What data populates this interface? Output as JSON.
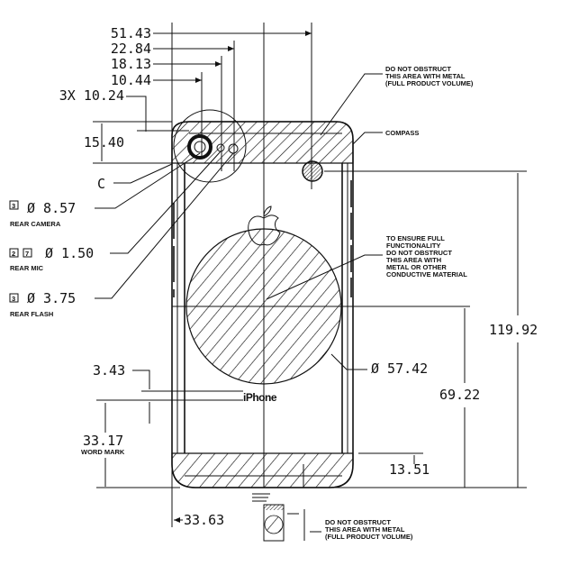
{
  "dimensions": {
    "top": [
      "51.43",
      "22.84",
      "18.13",
      "10.44"
    ],
    "camera_spacing": "3X 10.24",
    "band_height": "15.40",
    "chamfer": "C",
    "camera": {
      "boxes": [
        "3"
      ],
      "dia": "Ø 8.57",
      "label": "REAR CAMERA"
    },
    "mic": {
      "boxes": [
        "2",
        "7"
      ],
      "dia": "Ø 1.50",
      "label": "REAR MIC"
    },
    "flash": {
      "boxes": [
        "3"
      ],
      "dia": "Ø 3.75",
      "label": "REAR FLASH"
    },
    "word_offset": "3.43",
    "word_mark": "33.17",
    "word_mark_label": "WORD MARK",
    "left_bottom": "33.63",
    "height_total": "119.92",
    "circle_center": "69.22",
    "bottom_band": "13.51",
    "circle_dia": "Ø 57.42"
  },
  "notes": {
    "top_metal": [
      "DO NOT OBSTRUCT",
      "THIS AREA WITH METAL",
      "(FULL PRODUCT VOLUME)"
    ],
    "compass": "COMPASS",
    "nfc": [
      "TO ENSURE FULL",
      "FUNCTIONALITY",
      "DO NOT OBSTRUCT",
      "THIS AREA WITH",
      "METAL OR OTHER",
      "CONDUCTIVE MATERIAL"
    ],
    "bottom_metal": [
      "DO NOT OBSTRUCT",
      "THIS AREA WITH METAL",
      "(FULL PRODUCT VOLUME)"
    ]
  },
  "brand": "iPhone"
}
